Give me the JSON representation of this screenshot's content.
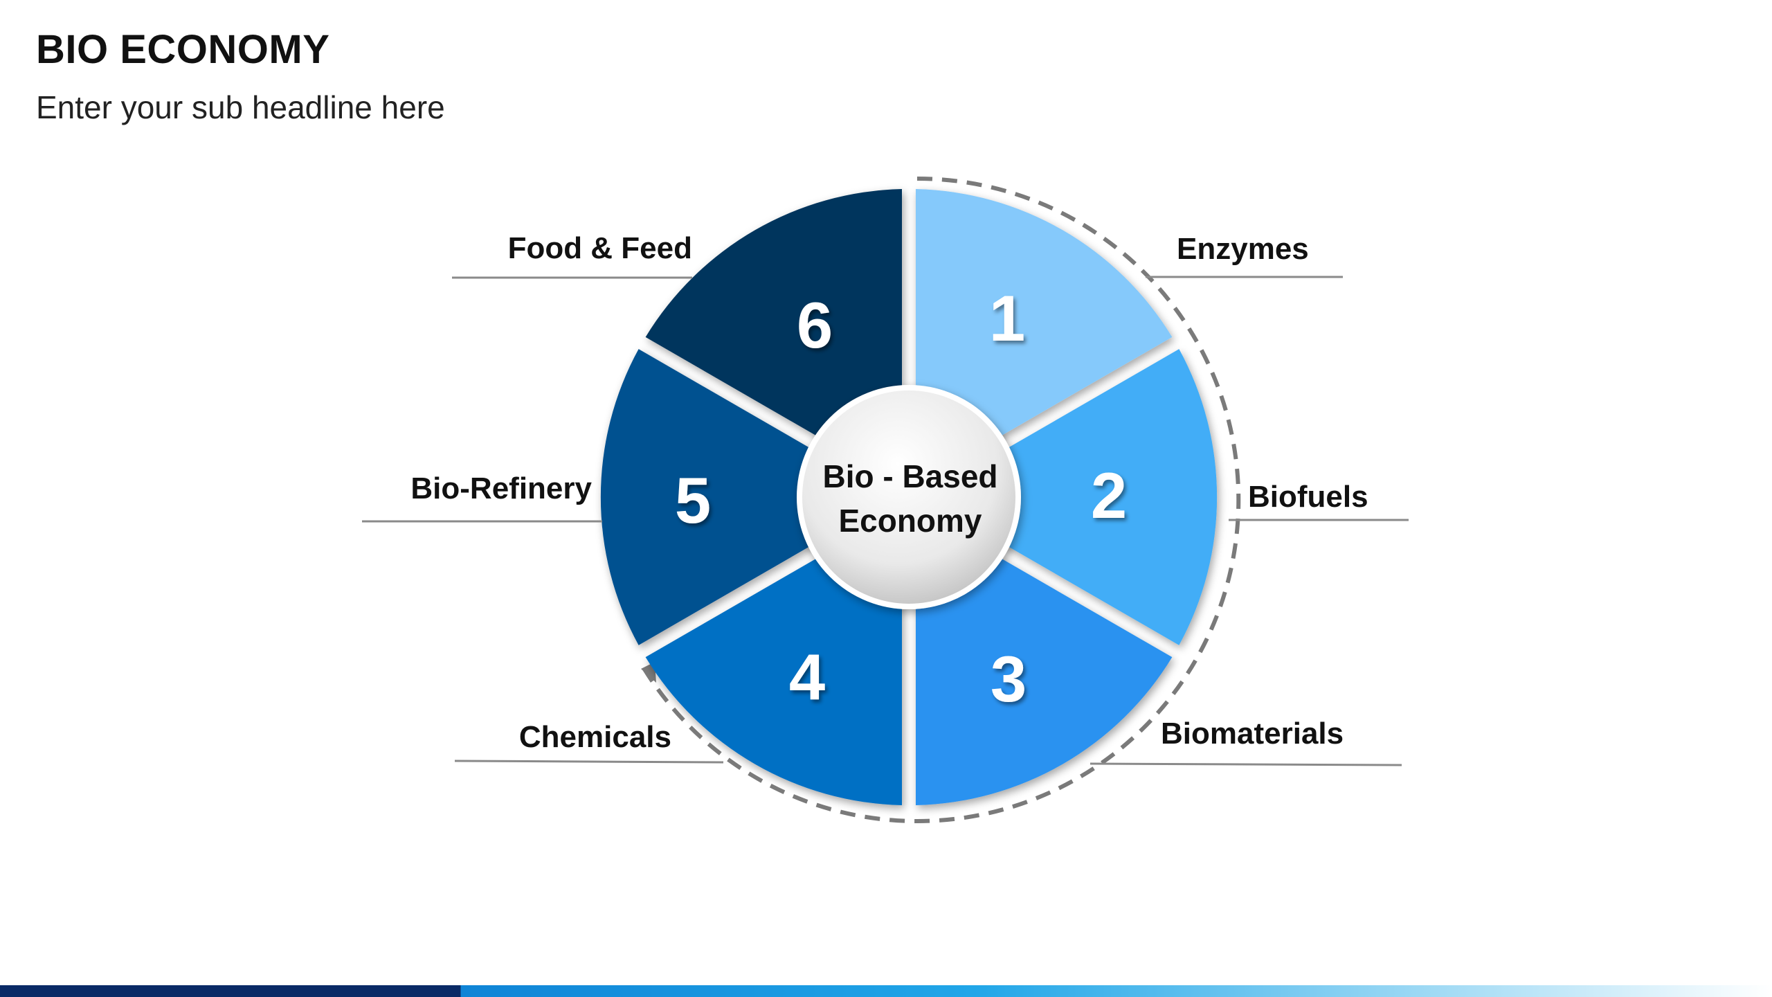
{
  "header": {
    "title": "BIO ECONOMY",
    "subtitle": "Enter your sub headline here"
  },
  "diagram": {
    "center": {
      "line1": "Bio - Based",
      "line2": "Economy"
    },
    "segments": [
      {
        "number": "1",
        "label": "Enzymes",
        "color": "#85c9fb"
      },
      {
        "number": "2",
        "label": "Biofuels",
        "color": "#42adf7"
      },
      {
        "number": "3",
        "label": "Biomaterials",
        "color": "#2a92f0"
      },
      {
        "number": "4",
        "label": "Chemicals",
        "color": "#0470c4"
      },
      {
        "number": "5",
        "label": "Bio-Refinery",
        "color": "#035190"
      },
      {
        "number": "6",
        "label": "Food & Feed",
        "color": "#02365d"
      }
    ]
  },
  "footer": {
    "colors": [
      "#0a2a66",
      "#0f84d6",
      "#9bd8f4"
    ]
  }
}
